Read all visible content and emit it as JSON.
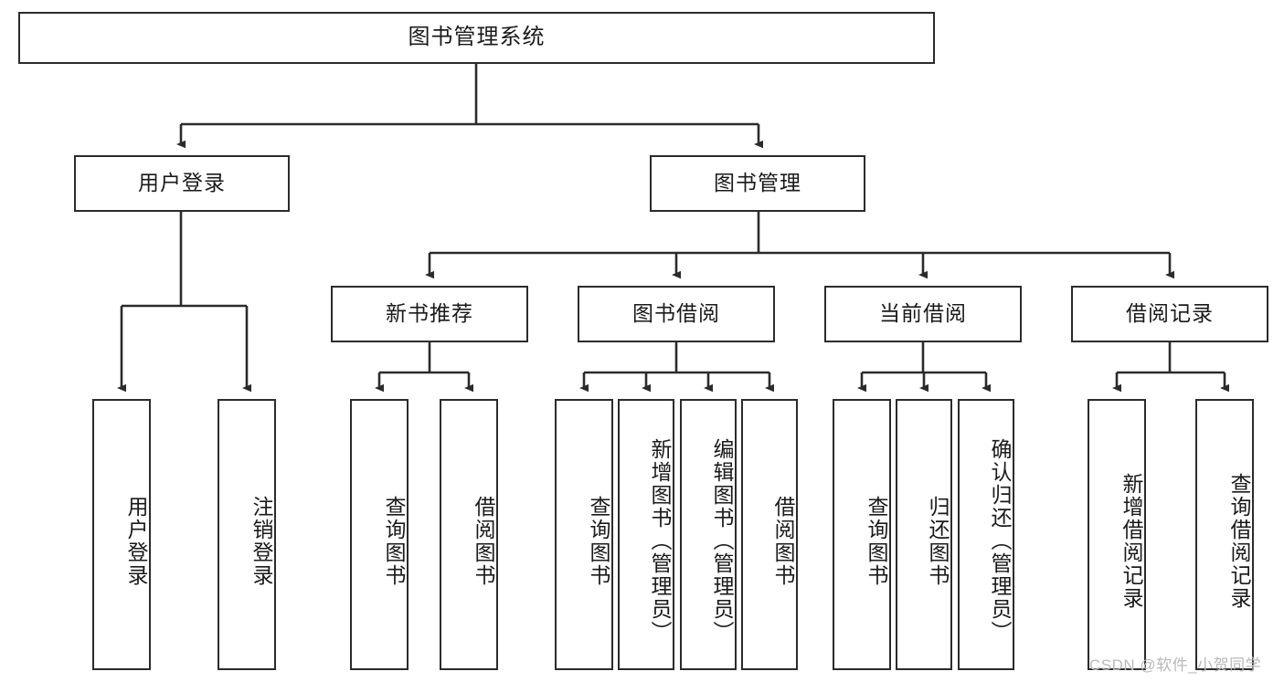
{
  "diagram": {
    "title": "图书管理系统",
    "type": "功能结构图",
    "line_color": "#2b2b2b",
    "box_fill": "#ffffff",
    "text_color": "#1a1a1a",
    "levels": {
      "root": {
        "label": "图书管理系统"
      },
      "level2": [
        {
          "label": "用户登录"
        },
        {
          "label": "图书管理"
        }
      ],
      "level3": [
        {
          "label": "新书推荐"
        },
        {
          "label": "图书借阅"
        },
        {
          "label": "当前借阅"
        },
        {
          "label": "借阅记录"
        }
      ],
      "leaves": {
        "user_login": [
          {
            "label": "用户登录"
          },
          {
            "label": "注销登录"
          }
        ],
        "new_book_recommend": [
          {
            "label": "查询图书"
          },
          {
            "label": "借阅图书"
          }
        ],
        "book_borrow": [
          {
            "label": "查询图书"
          },
          {
            "label": "新增图书（管理员）"
          },
          {
            "label": "编辑图书（管理员）"
          },
          {
            "label": "借阅图书"
          }
        ],
        "current_borrow": [
          {
            "label": "查询图书"
          },
          {
            "label": "归还图书"
          },
          {
            "label": "确认归还（管理员）"
          }
        ],
        "borrow_record": [
          {
            "label": "新增借阅记录"
          },
          {
            "label": "查询借阅记录"
          }
        ]
      }
    }
  },
  "watermark": {
    "text": "CSDN @软件_小贺同学",
    "color": "#b9b9b9"
  }
}
